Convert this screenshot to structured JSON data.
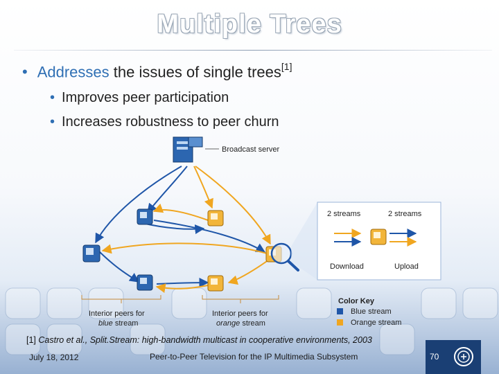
{
  "slide": {
    "title": "Multiple Trees",
    "bullet": {
      "highlight": "Addresses",
      "rest": " the issues of single trees",
      "sup": "[1]"
    },
    "subbullets": [
      "Improves peer participation",
      "Increases robustness to peer churn"
    ]
  },
  "diagram": {
    "server_label": "Broadcast server",
    "streams_left": "2 streams",
    "streams_right": "2 streams",
    "download": "Download",
    "upload": "Upload",
    "blue_group_line1": "Interior peers for",
    "blue_group_em": "blue",
    "blue_group_suffix": " stream",
    "orange_group_line1": "Interior peers for",
    "orange_group_em": "orange",
    "orange_group_suffix": " stream",
    "legend_title": "Color Key",
    "legend_blue": "Blue stream",
    "legend_orange": "Orange stream",
    "colors": {
      "blue": "#1f56a8",
      "orange": "#f0a620",
      "accent": "#2f6fb4"
    }
  },
  "footnote": {
    "ref": "[1] ",
    "text": "Castro et al., Split.Stream: high-bandwidth multicast in cooperative environments, 2003"
  },
  "footer": {
    "date": "July 18, 2012",
    "title": "Peer-to-Peer Television for the IP Multimedia Subsystem",
    "page": "70"
  }
}
